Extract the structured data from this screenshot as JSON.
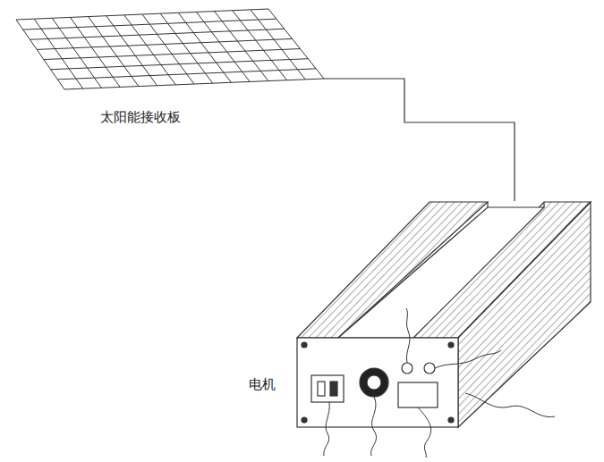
{
  "diagram": {
    "nodes": [
      {
        "text": [
          "太阳能接收板"
        ]
      },
      {
        "text": [
          "电机"
        ]
      }
    ],
    "edges": [
      {
        "from": 0,
        "to": 1,
        "arrow": "none"
      }
    ]
  }
}
